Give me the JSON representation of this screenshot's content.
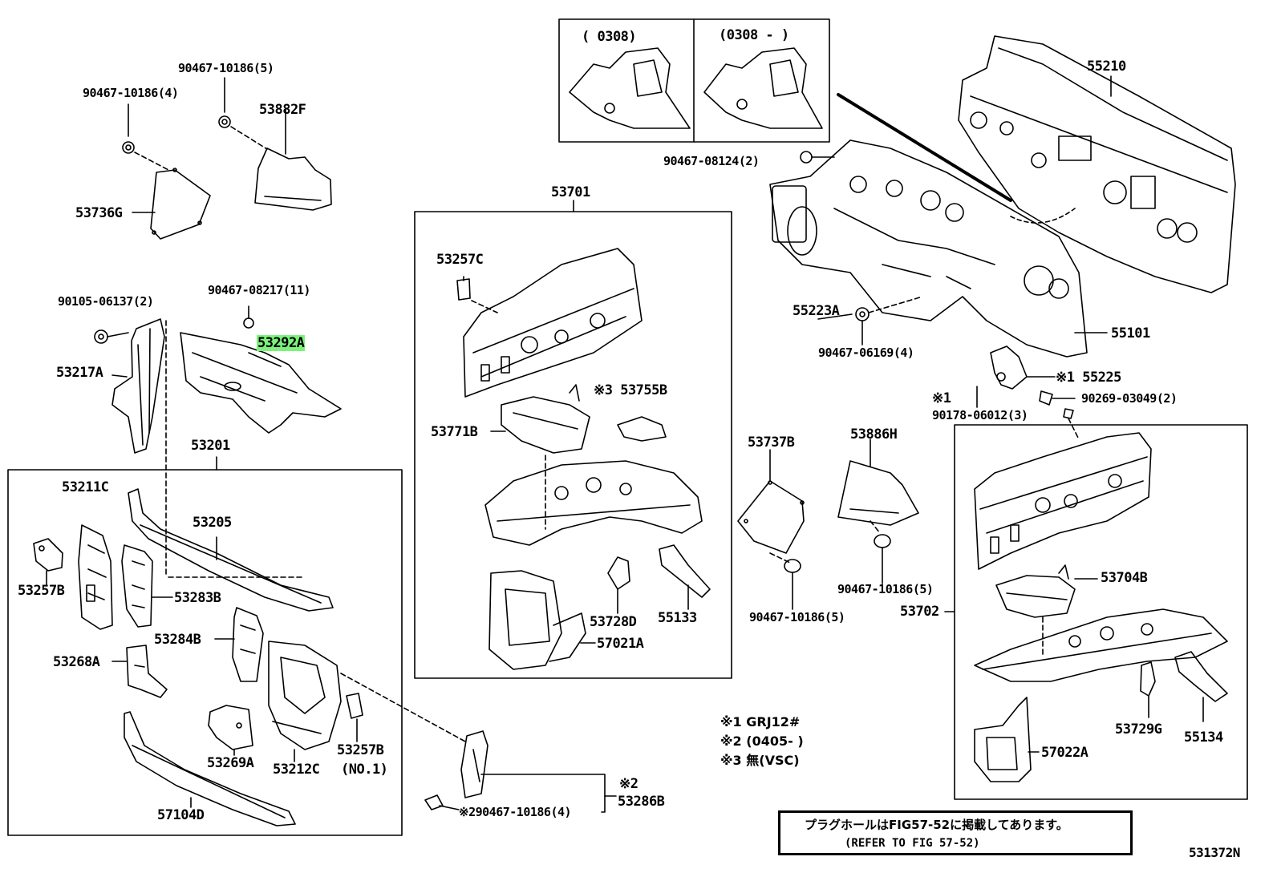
{
  "diagram_id": "531372N",
  "variant_boxes": {
    "left": "(     0308)",
    "right": "(0308 -     )"
  },
  "groups": {
    "g53701": "53701",
    "g53201": "53201",
    "g53702": "53702"
  },
  "labels": {
    "p90467_10186_5_top": "90467-10186(5)",
    "p90467_10186_4": "90467-10186(4)",
    "p53882F": "53882F",
    "p53736G": "53736G",
    "p90105_06137": "90105-06137(2)",
    "p90467_08217": "90467-08217(11)",
    "p53292A": "53292A",
    "p53217A": "53217A",
    "p53211C": "53211C",
    "p53205": "53205",
    "p53257B_left": "53257B",
    "p53283B": "53283B",
    "p53284B": "53284B",
    "p53268A": "53268A",
    "p53269A": "53269A",
    "p53212C": "53212C",
    "p53257B_no1": "53257B",
    "p53257B_no1_sub": "(NO.1)",
    "p57104D": "57104D",
    "p53286B_mark": "※2",
    "p53286B": "53286B",
    "p90467_10186_4_bottom": "※290467-10186(4)",
    "p53257C": "53257C",
    "p53755B": "※3 53755B",
    "p53771B": "53771B",
    "p53728D": "53728D",
    "p55133": "55133",
    "p57021A": "57021A",
    "p53737B": "53737B",
    "p53886H": "53886H",
    "p90467_10186_5_mid": "90467-10186(5)",
    "p90467_10186_5_right": "90467-10186(5)",
    "p55210": "55210",
    "p90467_08124": "90467-08124(2)",
    "p55223A": "55223A",
    "p90467_06169": "90467-06169(4)",
    "p55101": "55101",
    "p55225": "※1 55225",
    "p90178_mark": "※1",
    "p90178_06012": "90178-06012(3)",
    "p90269_03049": "90269-03049(2)",
    "p53704B": "53704B",
    "p53729G": "53729G",
    "p55134": "55134",
    "p57022A": "57022A"
  },
  "footnotes": {
    "n1": "※1 GRJ12#",
    "n2": "※2 (0405-      )",
    "n3": "※3 無(VSC)"
  },
  "refer": {
    "jp": "プラグホールはFIG57-52に掲載してあります。",
    "en": "(REFER TO FIG 57-52)"
  },
  "highlight_color": "#7cf27c"
}
